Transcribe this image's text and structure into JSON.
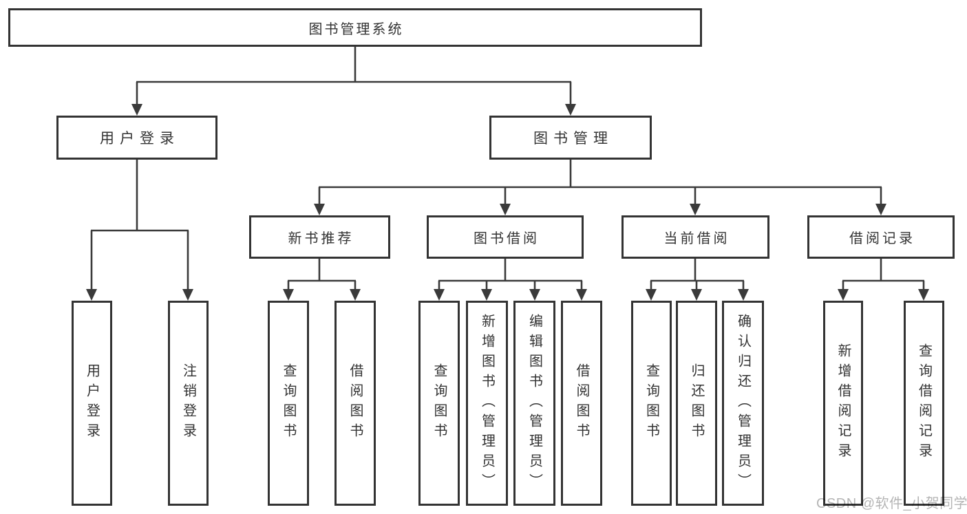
{
  "title": "图书管理系统",
  "colors": {
    "line": "#3a3a3a",
    "box_border": "#333333",
    "text": "#333333",
    "watermark": "#b5b5b5",
    "background": "#ffffff"
  },
  "tree": {
    "root": {
      "label": "图书管理系统"
    },
    "level2": [
      {
        "label": "用户登录",
        "children": [
          {
            "label": "用户登录"
          },
          {
            "label": "注销登录"
          }
        ]
      },
      {
        "label": "图书管理",
        "children": [
          {
            "label": "新书推荐",
            "children": [
              {
                "label": "查询图书"
              },
              {
                "label": "借阅图书"
              }
            ]
          },
          {
            "label": "图书借阅",
            "children": [
              {
                "label": "查询图书"
              },
              {
                "label": "新增图书（管理员）"
              },
              {
                "label": "编辑图书（管理员）"
              },
              {
                "label": "借阅图书"
              }
            ]
          },
          {
            "label": "当前借阅",
            "children": [
              {
                "label": "查询图书"
              },
              {
                "label": "归还图书"
              },
              {
                "label": "确认归还（管理员）"
              }
            ]
          },
          {
            "label": "借阅记录",
            "children": [
              {
                "label": "新增借阅记录"
              },
              {
                "label": "查询借阅记录"
              }
            ]
          }
        ]
      }
    ]
  },
  "watermark": {
    "text": "CSDN @软件_小贺同学"
  }
}
